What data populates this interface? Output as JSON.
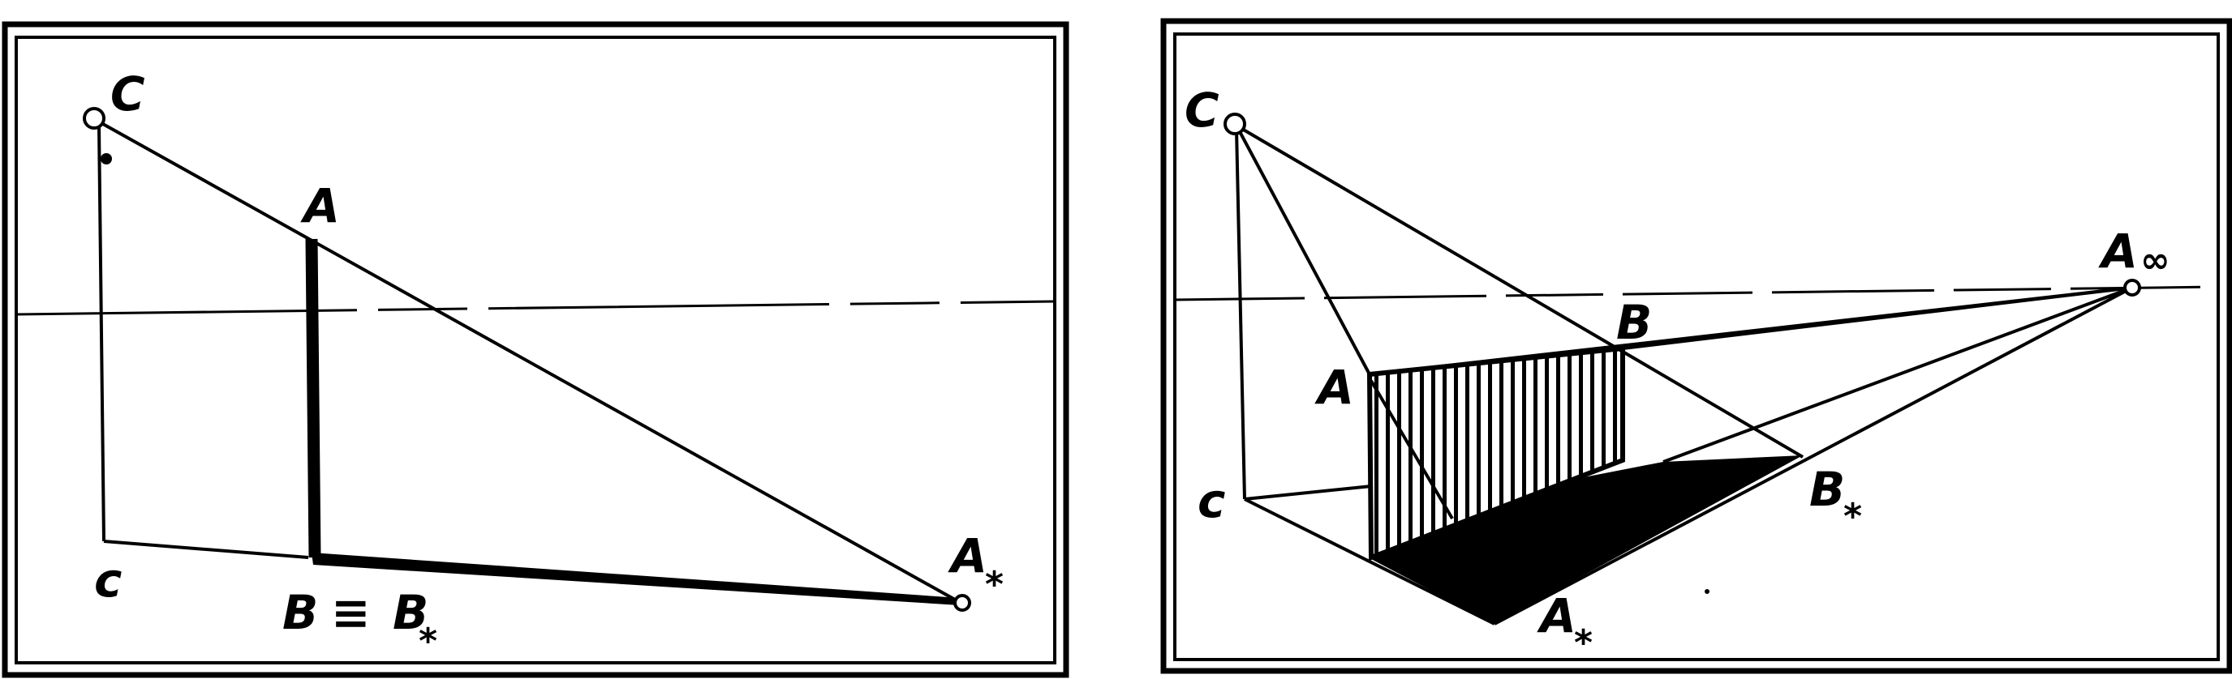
{
  "left_panel": {
    "label_C": "C",
    "label_c": "c",
    "label_A": "A",
    "label_B": "B",
    "label_equiv": "≡",
    "label_B_base": "B",
    "label_B_sub": "*",
    "label_A_star_base": "A",
    "label_A_star_sub": "*"
  },
  "right_panel": {
    "label_C": "C",
    "label_c": "c",
    "label_A": "A",
    "label_B": "B",
    "label_A_inf_base": "A",
    "label_A_inf_sub": "∞",
    "label_B_star_base": "B",
    "label_B_star_sub": "*",
    "label_A_star_base": "A",
    "label_A_star_sub": "*"
  }
}
